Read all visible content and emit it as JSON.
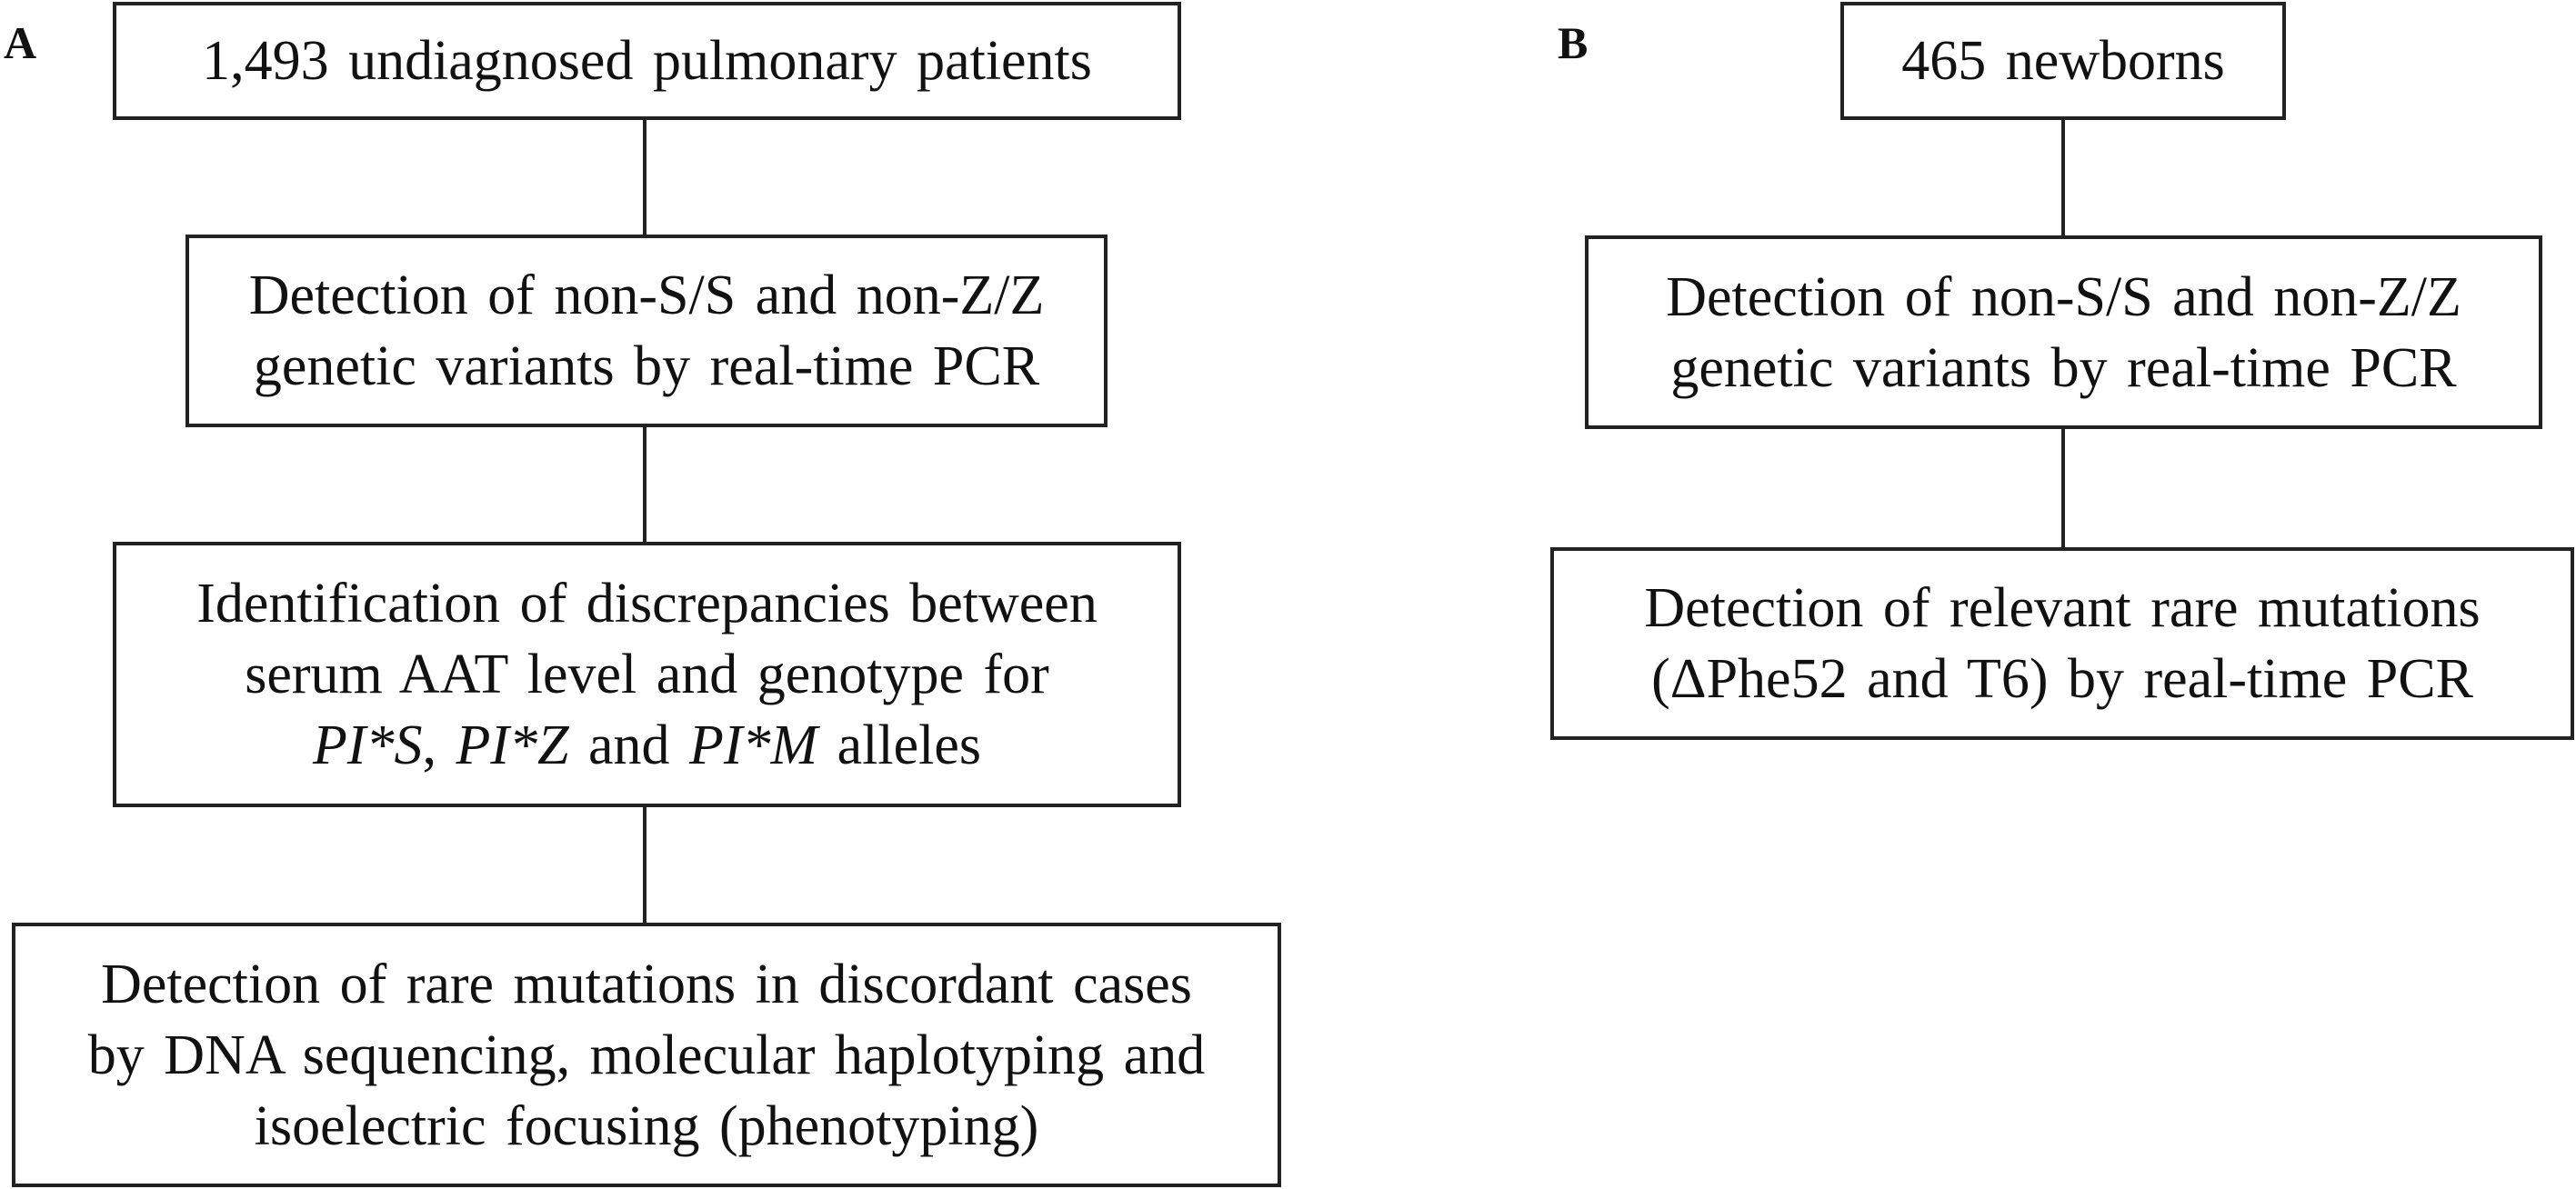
{
  "panel_a": {
    "label": "A",
    "boxes": [
      {
        "lines": [
          "1,493 undiagnosed pulmonary patients"
        ]
      },
      {
        "lines": [
          "Detection of non-S/S and non-Z/Z",
          "genetic variants by real-time PCR"
        ]
      },
      {
        "lines": [
          "Identification of discrepancies between",
          "serum AAT level and genotype for"
        ],
        "allele_line": {
          "allele_1": "PI*S",
          "sep_1": ", ",
          "allele_2": "PI*Z",
          "sep_2": " and ",
          "allele_3": "PI*M",
          "tail": " alleles"
        }
      },
      {
        "lines": [
          "Detection of rare mutations in discordant cases",
          "by DNA sequencing, molecular haplotyping and",
          "isoelectric focusing (phenotyping)"
        ]
      }
    ]
  },
  "panel_b": {
    "label": "B",
    "boxes": [
      {
        "lines": [
          "465 newborns"
        ]
      },
      {
        "lines": [
          "Detection of non-S/S and non-Z/Z",
          "genetic variants by real-time PCR"
        ]
      },
      {
        "lines": [
          "Detection of relevant rare mutations",
          "(ΔPhe52 and T6) by real-time PCR"
        ]
      }
    ]
  }
}
